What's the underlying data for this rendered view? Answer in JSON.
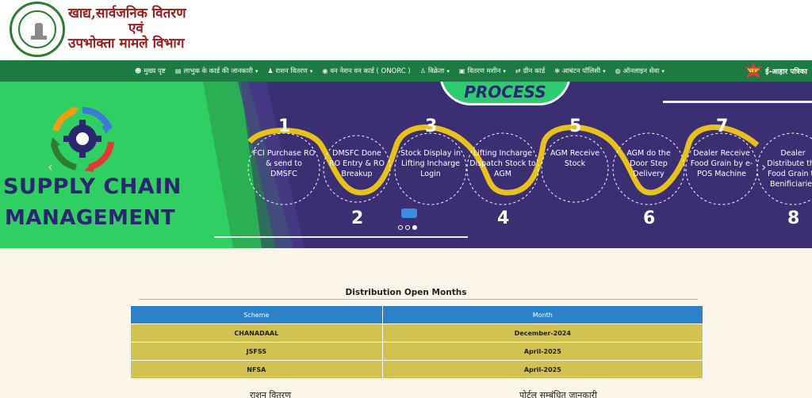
{
  "header": {
    "dept_line1": "खाद्य,सार्वजनिक वितरण",
    "dept_line2": "एवं",
    "dept_line3": "उपभोक्ता मामले विभाग"
  },
  "nav": {
    "items": [
      {
        "icon": "home-icon",
        "glyph": "☻",
        "label": "मुख्य पृष्ट",
        "caret": false
      },
      {
        "icon": "card-icon",
        "glyph": "▤",
        "label": "लाभुक के कार्ड की जानकारी",
        "caret": true
      },
      {
        "icon": "ration-icon",
        "glyph": "♟",
        "label": "राशन वितरण",
        "caret": true
      },
      {
        "icon": "globe-icon",
        "glyph": "◉",
        "label": "वन नेशन वन कार्ड ( ONORC )",
        "caret": false
      },
      {
        "icon": "dealer-icon",
        "glyph": "♙",
        "label": "विक्रेता",
        "caret": true
      },
      {
        "icon": "machine-icon",
        "glyph": "▣",
        "label": "वितरण मशीन",
        "caret": true
      },
      {
        "icon": "shuffle-icon",
        "glyph": "⇄",
        "label": "ग्रीन कार्ड",
        "caret": false
      },
      {
        "icon": "gear-icon",
        "glyph": "✻",
        "label": "आबंटन पॉलिसी",
        "caret": true
      },
      {
        "icon": "globe-icon",
        "glyph": "◍",
        "label": "ऑनलाइन सेवा",
        "caret": true
      }
    ],
    "eaadhar_label": "ई-आहार पत्रिका",
    "new_badge": "NEW"
  },
  "banner": {
    "title_line1": "SUPPLY CHAIN",
    "title_line2": "MANAGEMENT",
    "process_label": "PROCESS",
    "steps": [
      {
        "num": "1",
        "text": "FCI Purchase RO & send to DMSFC"
      },
      {
        "num": "2",
        "text": "DMSFC Done RO Entry & RO Breakup"
      },
      {
        "num": "3",
        "text": "Stock Display in Lifting Incharge Login"
      },
      {
        "num": "4",
        "text": "Lifting Incharge Dispatch Stock to AGM"
      },
      {
        "num": "5",
        "text": "AGM Receive Stock"
      },
      {
        "num": "6",
        "text": "AGM do the Door Step Delivery"
      },
      {
        "num": "7",
        "text": "Dealer Receive Food Grain by e-POS Machine"
      },
      {
        "num": "8",
        "text": "Dealer Distribute the Food Grain to Benificiaries"
      }
    ],
    "prev_arrow": "‹",
    "next_arrow": "›",
    "colors": {
      "green": "#2fcf63",
      "purple": "#3b2e73",
      "snake": "#e8c11a"
    }
  },
  "distribution": {
    "title": "Distribution Open Months",
    "headers": [
      "Scheme",
      "Month"
    ],
    "rows": [
      [
        "CHANADAAL",
        "December-2024"
      ],
      [
        "JSFSS",
        "April-2025"
      ],
      [
        "NFSA",
        "April-2025"
      ]
    ]
  },
  "sections": {
    "left": "राशन वितरण",
    "right": "पोर्टल सम्बंधित जानकारी"
  }
}
